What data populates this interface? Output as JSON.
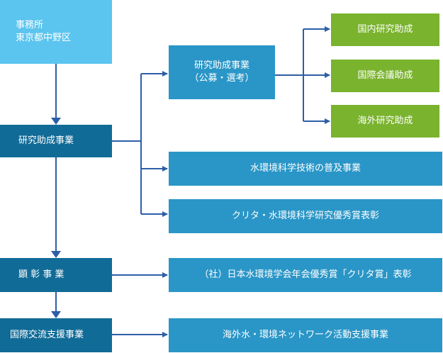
{
  "office": {
    "line1": "事務所",
    "line2": "東京都中野区"
  },
  "research": {
    "label": "研究助成事業"
  },
  "award": {
    "label": "顕 彰 事 業"
  },
  "intl": {
    "label": "国際交流支援事業"
  },
  "grant": {
    "line1": "研究助成事業",
    "line2": "（公募・選考）"
  },
  "grants": [
    "国内研究助成",
    "国際会議助成",
    "海外研究助成"
  ],
  "promo": {
    "label": "水環境科学技術の普及事業"
  },
  "prize": {
    "label": "クリタ・水環境科学研究優秀賞表彰"
  },
  "society": {
    "label": "（社）日本水環境学会年会優秀賞「クリタ賞」表彰"
  },
  "network": {
    "label": "海外水・環境ネットワーク活動支援事業"
  },
  "colors": {
    "light_blue": "#5bc4ef",
    "dark_blue": "#116b97",
    "mid_blue": "#2a96c7",
    "green": "#7ab32e",
    "connector": "#2d5ea8"
  }
}
